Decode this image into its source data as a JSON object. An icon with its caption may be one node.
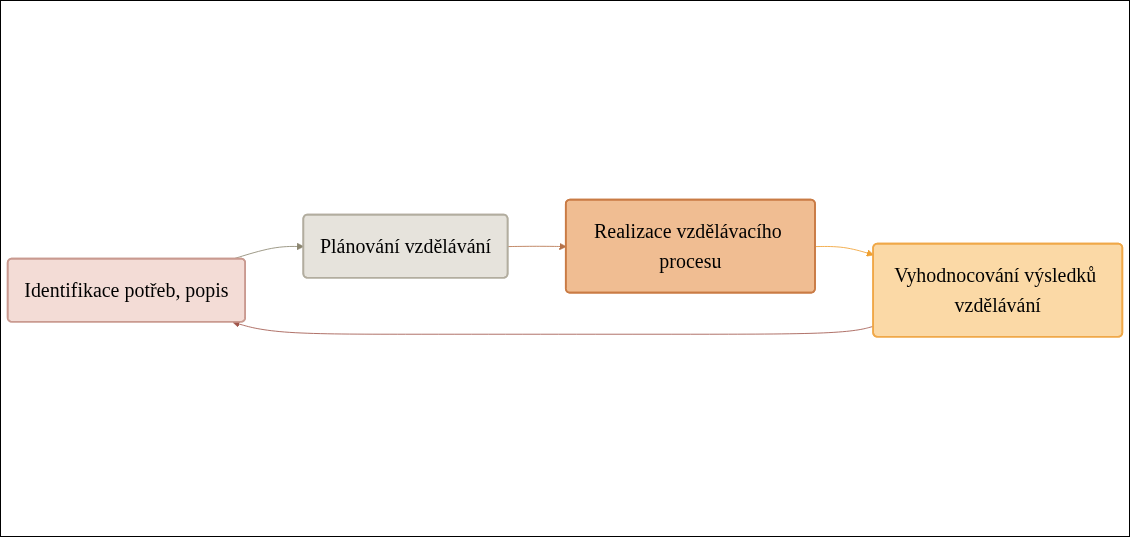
{
  "diagram": {
    "nodes": [
      {
        "text": [
          "Identifikace potřeb, popis"
        ]
      },
      {
        "text": [
          "Plánování vzdělávání"
        ]
      },
      {
        "text": [
          "Realizace vzdělávacího procesu"
        ]
      },
      {
        "text": [
          "Vyhodnocování výsledků vzdělávání"
        ]
      }
    ],
    "edges": [
      {
        "from": 0,
        "to": 1,
        "arrow": "to",
        "color": "#8b8670"
      },
      {
        "from": 1,
        "to": 2,
        "arrow": "to",
        "color": "#b5724a"
      },
      {
        "from": 2,
        "to": 3,
        "arrow": "to",
        "color": "#f0a030"
      },
      {
        "from": 3,
        "to": 0,
        "arrow": "to",
        "color": "#a0554a"
      }
    ]
  }
}
